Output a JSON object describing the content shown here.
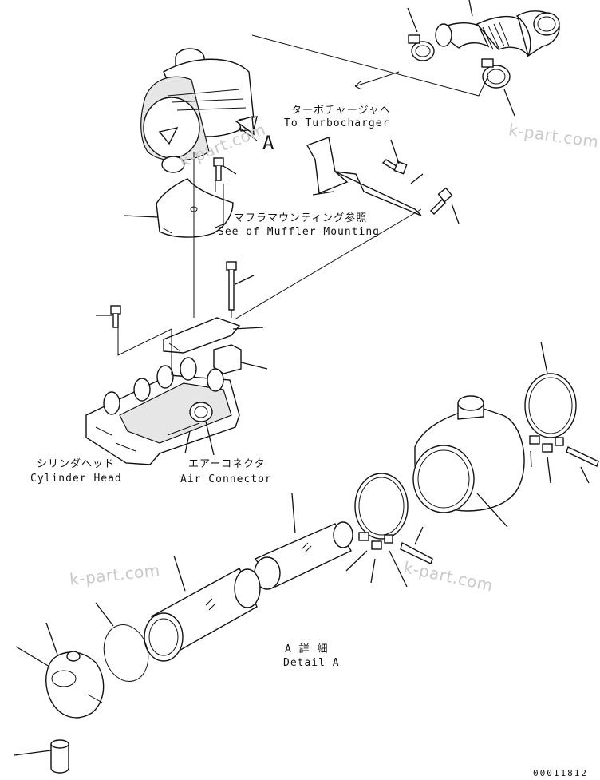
{
  "labels": {
    "turbo_jp": "ターボチャージャへ",
    "turbo_en": "To Turbocharger",
    "view_marker": "A",
    "muffler_jp": "マフラマウンティング参照",
    "muffler_en": "See of Muffler Mounting",
    "cylinder_jp": "シリンダヘッド",
    "cylinder_en": "Cylinder Head",
    "connector_jp": "エアーコネクタ",
    "connector_en": "Air Connector",
    "detail_jp": "A 詳 細",
    "detail_en": "Detail A",
    "drawing_number": "00011812"
  },
  "watermarks": [
    "k-part.com",
    "k-part.com",
    "k-part.com",
    "k-part.com"
  ]
}
